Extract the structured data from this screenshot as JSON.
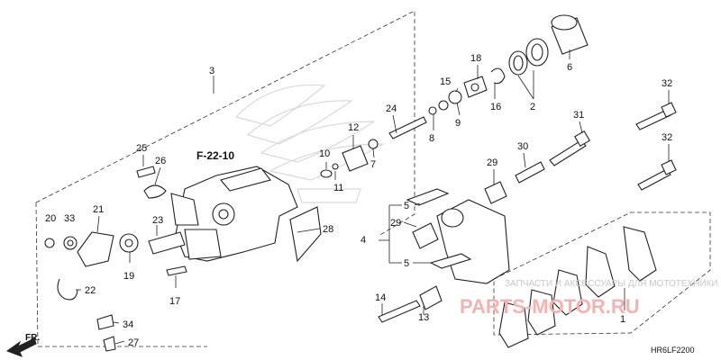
{
  "diagram": {
    "reference_label": "F-22-10",
    "code": "HR6LF2200",
    "direction_label": "FR.",
    "watermark_text": "ЗАПЧАСТИ И АКСЕССУАРЫ ДЛЯ МОТОТЕХНИКИ",
    "watermark_brand": "PARTS-MOTOR.RU",
    "callouts": {
      "n1": "1",
      "n2": "2",
      "n3": "3",
      "n4": "4",
      "n5a": "5",
      "n5b": "5",
      "n6": "6",
      "n7": "7",
      "n8": "8",
      "n9": "9",
      "n10": "10",
      "n11": "11",
      "n12": "12",
      "n13": "13",
      "n14": "14",
      "n15": "15",
      "n16": "16",
      "n17": "17",
      "n18": "18",
      "n19": "19",
      "n20": "20",
      "n21": "21",
      "n22": "22",
      "n23": "23",
      "n24": "24",
      "n25": "25",
      "n26": "26",
      "n27": "27",
      "n28": "28",
      "n29a": "29",
      "n29b": "29",
      "n30": "30",
      "n31": "31",
      "n32a": "32",
      "n32b": "32",
      "n33": "33",
      "n34": "34"
    }
  }
}
